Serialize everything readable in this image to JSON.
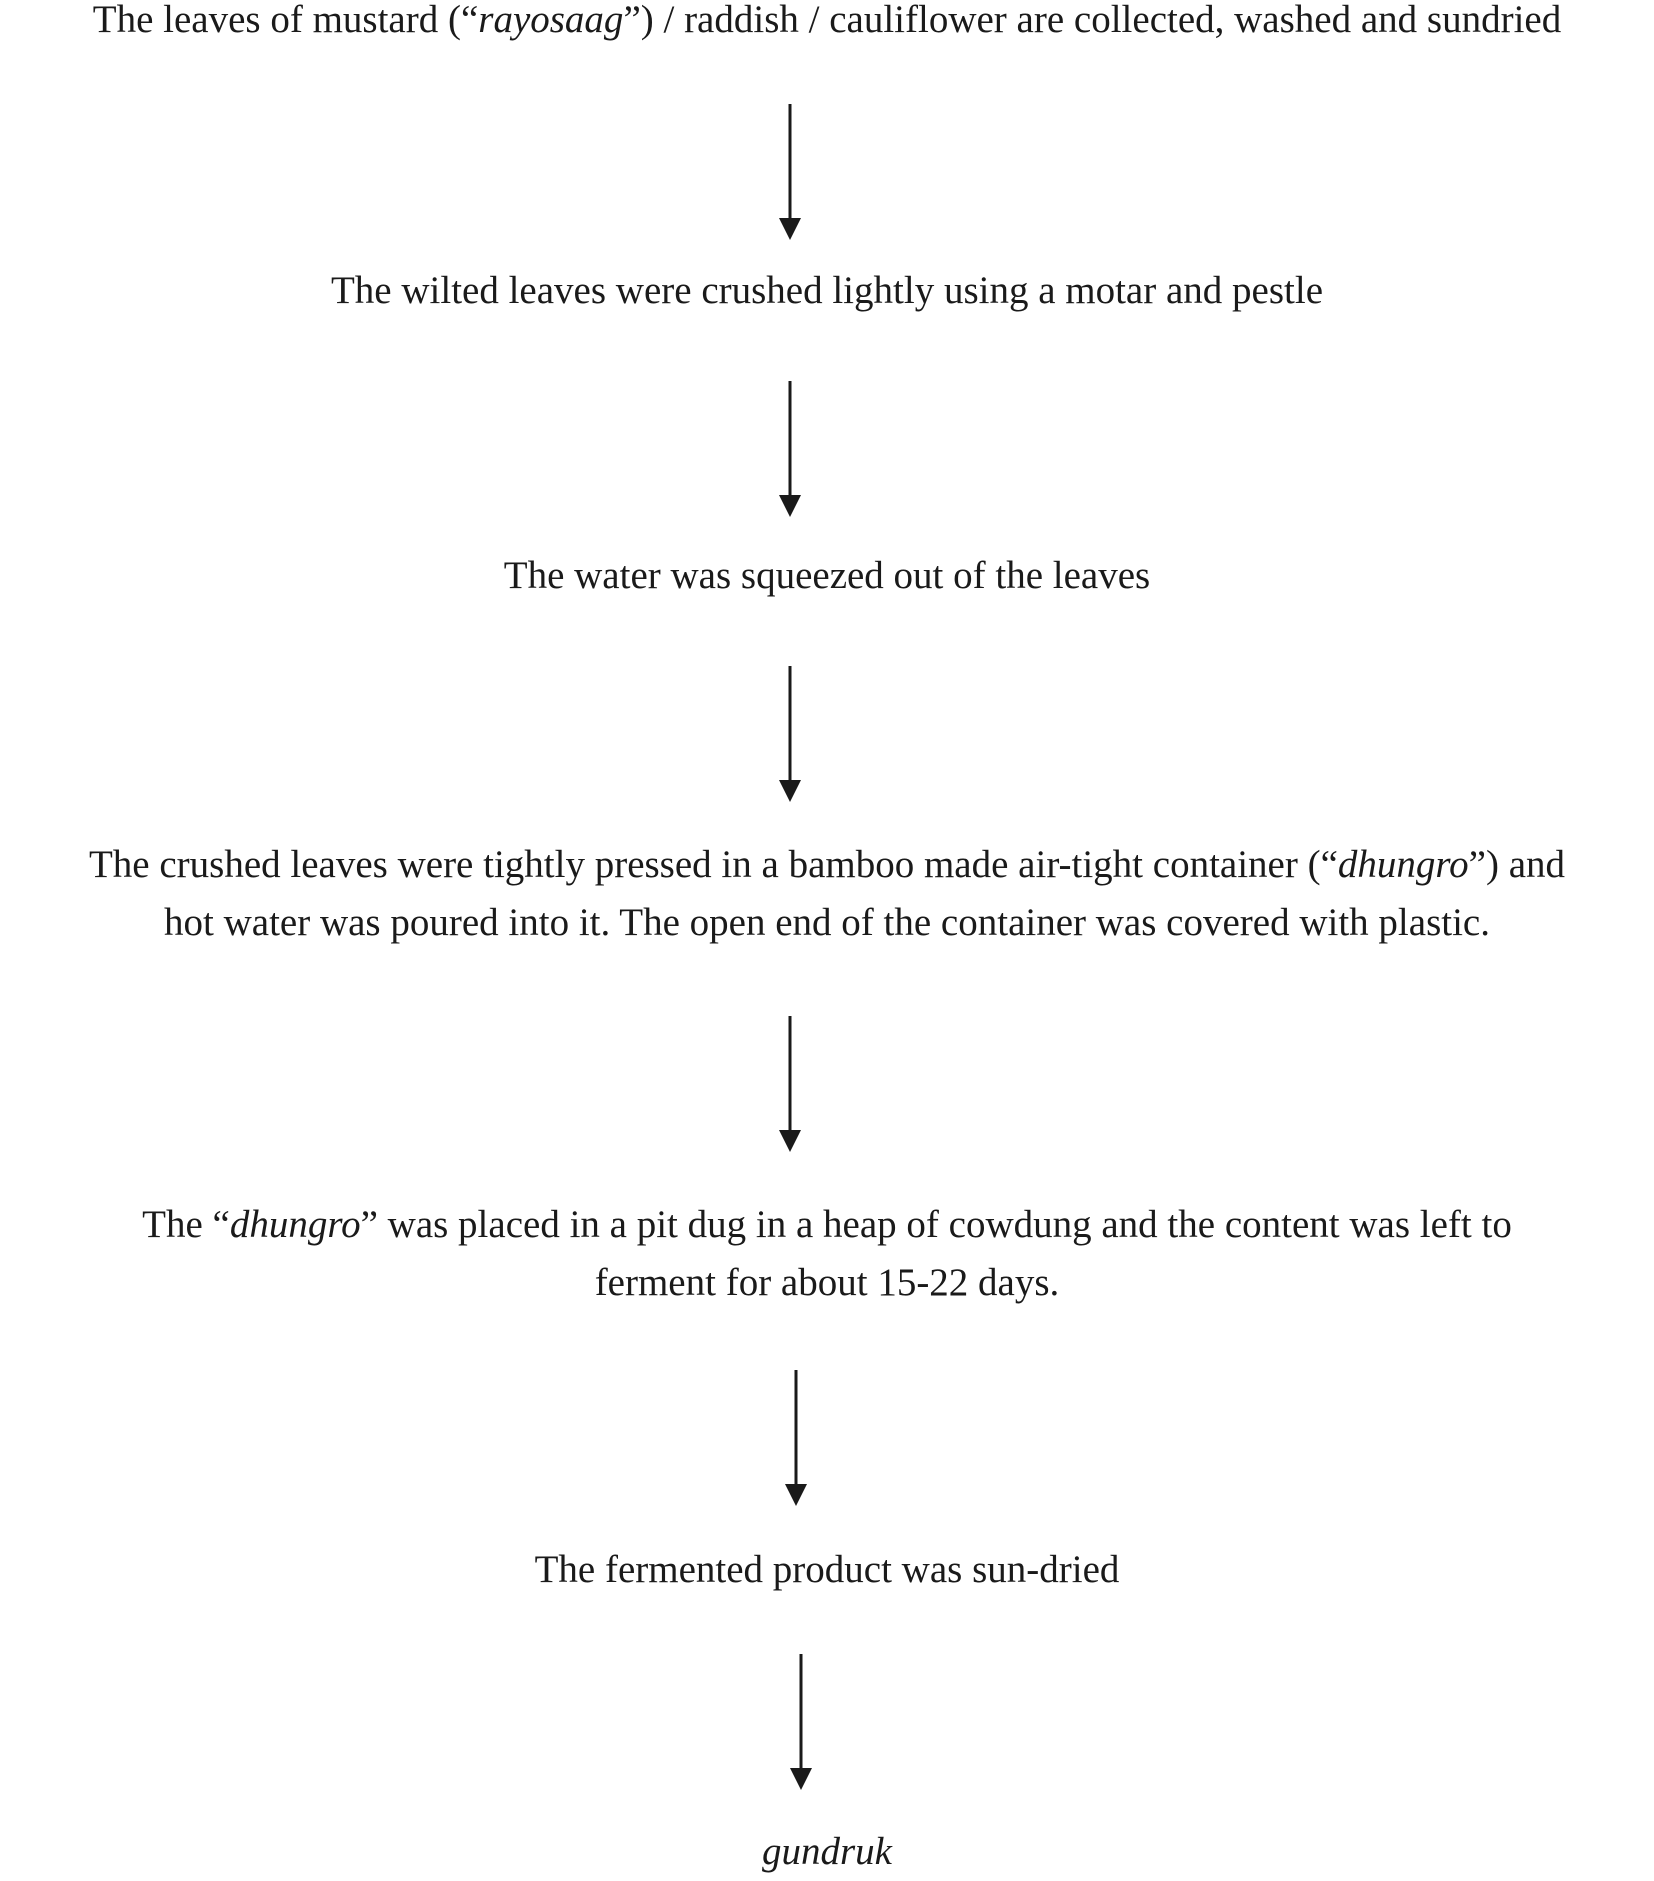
{
  "steps": [
    {
      "lines": [
        {
          "parts": [
            "The leaves of mustard (“",
            "rayosaag",
            "”) / raddish / cauliflower are collected, washed and sundried"
          ]
        }
      ]
    },
    {
      "lines": [
        {
          "parts": [
            "The wilted leaves were crushed lightly using a motar and pestle"
          ]
        }
      ]
    },
    {
      "lines": [
        {
          "parts": [
            "The water was squeezed out of the leaves"
          ]
        }
      ]
    },
    {
      "lines": [
        {
          "parts": [
            "The crushed leaves were tightly pressed in a bamboo made air-tight container (“",
            "dhungro",
            "”) and"
          ]
        },
        {
          "parts": [
            "hot water was poured into it. The open end of the container was covered with plastic."
          ]
        }
      ]
    },
    {
      "lines": [
        {
          "parts": [
            "The “",
            "dhungro",
            "” was placed in a pit dug in a heap of cowdung and the content was left to"
          ]
        },
        {
          "parts": [
            "ferment for about 15-22 days."
          ]
        }
      ]
    },
    {
      "lines": [
        {
          "parts": [
            "The fermented product was sun-dried"
          ]
        }
      ]
    }
  ],
  "final_product": "gundruk",
  "colors": {
    "text": "#1a1a1a",
    "arrow": "#1a1a1a",
    "background": "#ffffff"
  }
}
